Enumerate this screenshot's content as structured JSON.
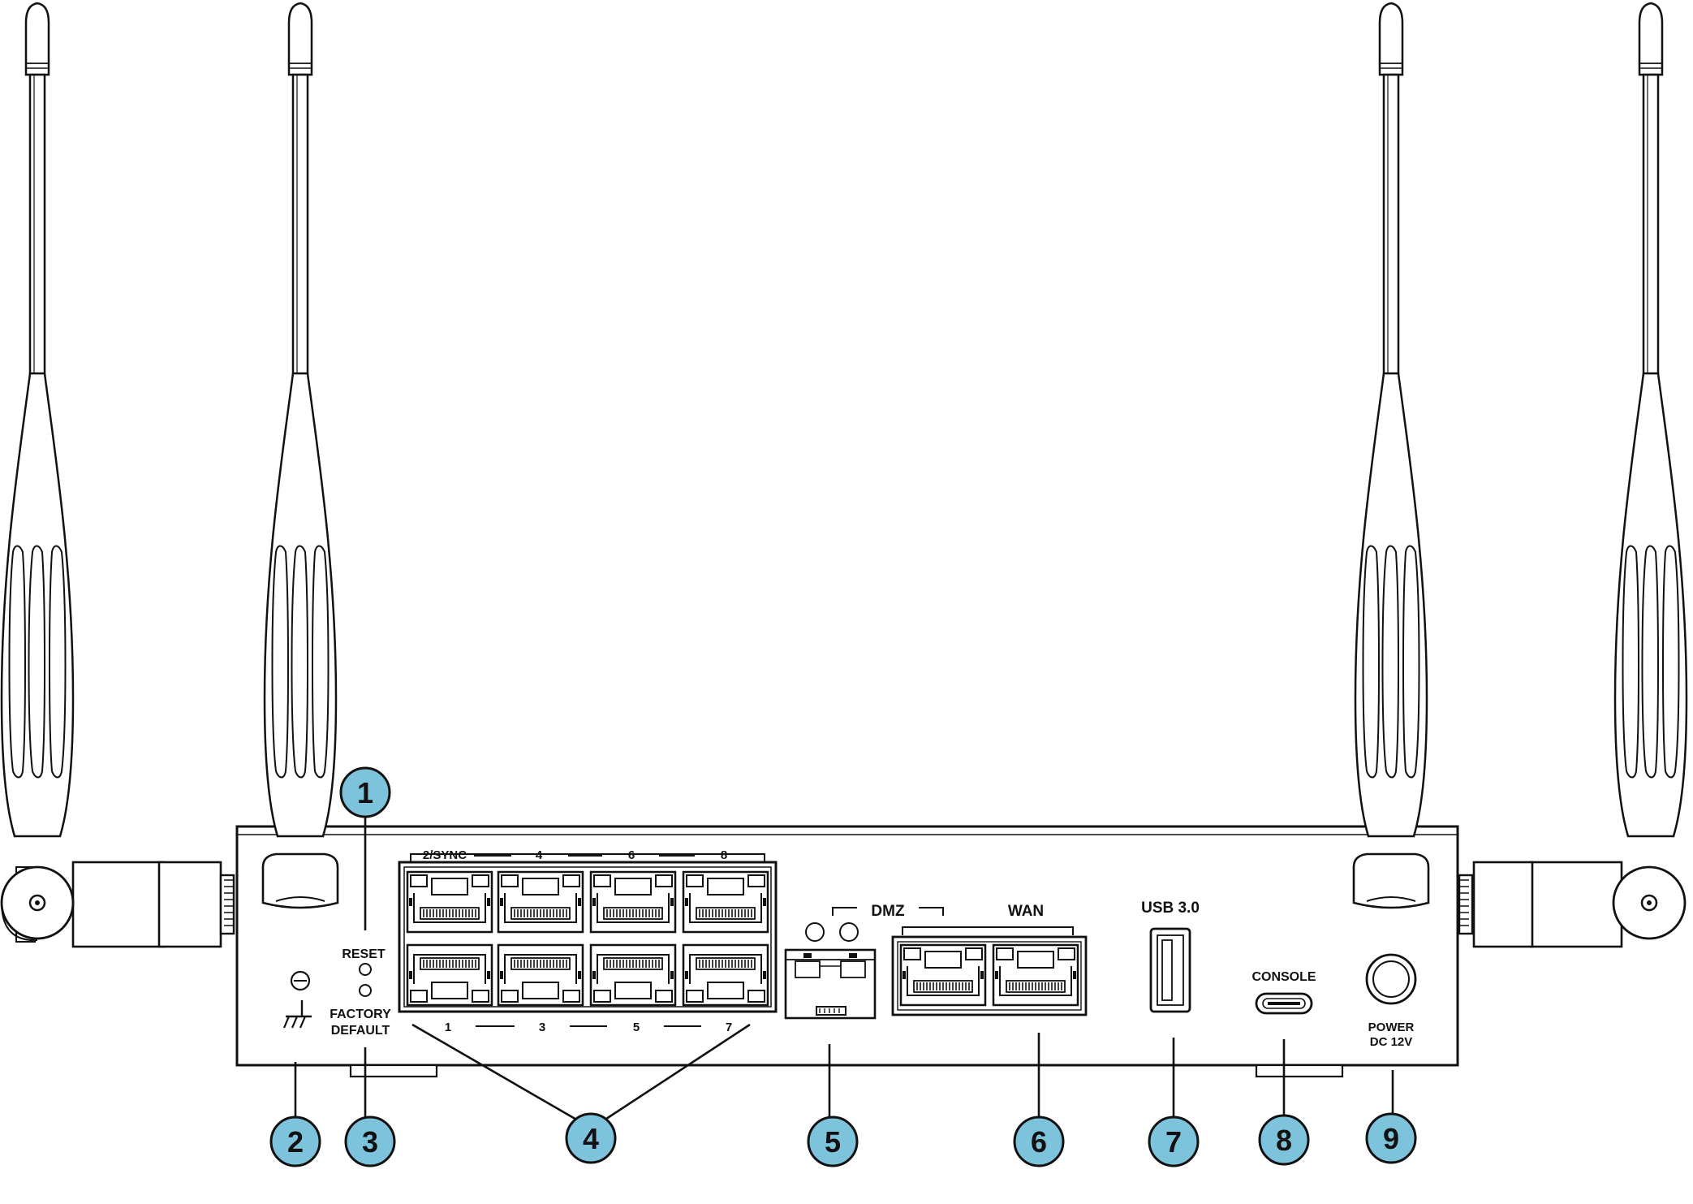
{
  "panel_labels": {
    "reset": "RESET",
    "factory_line1": "FACTORY",
    "factory_line2": "DEFAULT",
    "port_2sync": "2/SYNC",
    "port_4": "4",
    "port_6": "6",
    "port_8": "8",
    "port_1": "1",
    "port_3": "3",
    "port_5": "5",
    "port_7": "7",
    "dmz": "DMZ",
    "wan": "WAN",
    "usb": "USB 3.0",
    "console": "CONSOLE",
    "power_line1": "POWER",
    "power_line2": "DC 12V"
  },
  "callouts": {
    "c1": "1",
    "c2": "2",
    "c3": "3",
    "c4": "4",
    "c5": "5",
    "c6": "6",
    "c7": "7",
    "c8": "8",
    "c9": "9"
  },
  "colors": {
    "callout_fill": "#7ec3dc",
    "line": "#111111",
    "background": "#ffffff"
  },
  "icons": {
    "ground": "ground-icon"
  }
}
